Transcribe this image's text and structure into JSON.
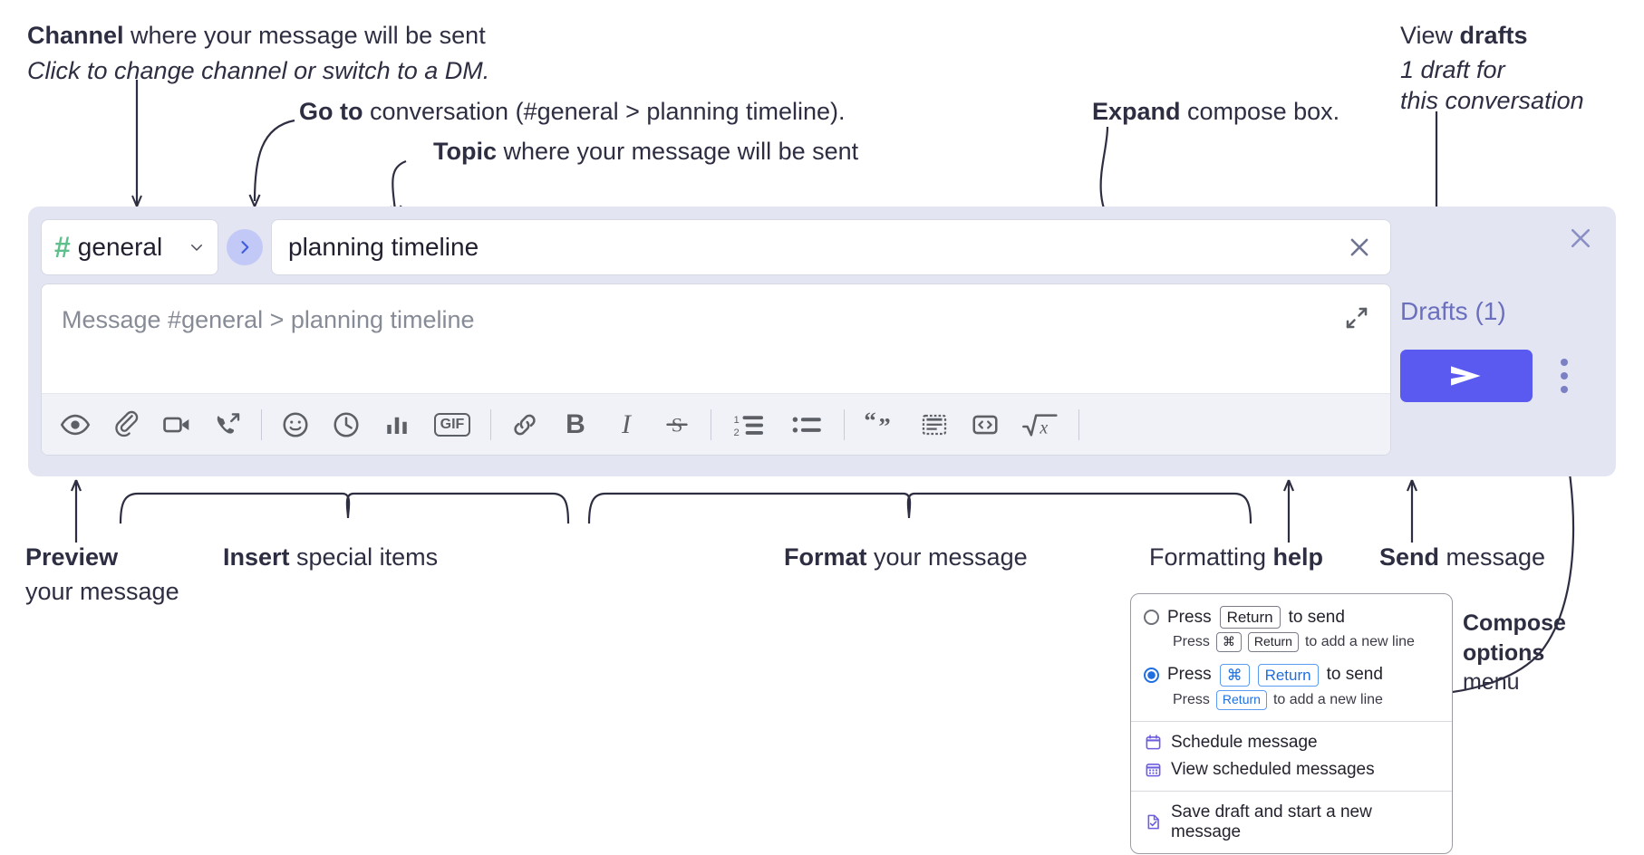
{
  "annotations": {
    "channel": {
      "bold": "Channel",
      "rest": " where your message will be sent",
      "italic": "Click to change channel or switch to a DM."
    },
    "goto": {
      "bold": "Go to",
      "rest": " conversation (#general > planning timeline)."
    },
    "topic": {
      "bold": "Topic",
      "rest": " where your message will be sent"
    },
    "expand": {
      "bold": "Expand",
      "rest": " compose box."
    },
    "drafts": {
      "lead": "View ",
      "bold": "drafts",
      "italic1": "1 draft for",
      "italic2": "this conversation"
    },
    "preview": {
      "bold": "Preview",
      "rest": "your message"
    },
    "insert": {
      "bold": "Insert",
      "rest": " special items"
    },
    "format": {
      "bold": "Format",
      "rest": " your message"
    },
    "help": {
      "lead": "Formatting ",
      "bold": "help"
    },
    "send": {
      "bold": "Send",
      "rest": " message"
    },
    "compose_options": {
      "bold1": "Compose",
      "bold2": "options",
      "rest": "menu"
    }
  },
  "compose": {
    "channel": {
      "hash": "#",
      "name": "general",
      "chevron_icon": "chevron-down-icon"
    },
    "goto_icon": "chevron-right-icon",
    "topic": {
      "value": "planning timeline",
      "clear_icon": "close-icon"
    },
    "message": {
      "placeholder": "Message #general > planning timeline",
      "expand_icon": "expand-icon"
    },
    "panel_close_icon": "close-icon",
    "toolbar": [
      {
        "name": "preview-icon",
        "label": "Preview"
      },
      {
        "name": "attachment-icon",
        "label": "Attach file"
      },
      {
        "name": "video-icon",
        "label": "Video clip"
      },
      {
        "name": "audio-clip-icon",
        "label": "Audio clip"
      },
      {
        "type": "sep"
      },
      {
        "name": "emoji-icon",
        "label": "Emoji"
      },
      {
        "name": "clock-icon",
        "label": "Reminder"
      },
      {
        "name": "poll-icon",
        "label": "Poll"
      },
      {
        "name": "gif-icon",
        "label": "GIF"
      },
      {
        "type": "sep"
      },
      {
        "name": "link-icon",
        "label": "Link"
      },
      {
        "name": "bold-icon",
        "label": "B"
      },
      {
        "name": "italic-icon",
        "label": "I"
      },
      {
        "name": "strikethrough-icon",
        "label": "S"
      },
      {
        "type": "sep"
      },
      {
        "name": "ordered-list-icon",
        "label": "Ordered list"
      },
      {
        "name": "bulleted-list-icon",
        "label": "Bulleted list"
      },
      {
        "type": "sep"
      },
      {
        "name": "blockquote-icon",
        "label": "Blockquote"
      },
      {
        "name": "code-block-icon",
        "label": "Code block"
      },
      {
        "name": "code-icon",
        "label": "Code"
      },
      {
        "name": "math-icon",
        "label": "Math"
      },
      {
        "type": "sep"
      },
      {
        "name": "help-icon",
        "label": "?"
      }
    ],
    "drafts_label": "Drafts (1)",
    "send_icon": "send-icon",
    "kebab_icon": "kebab-menu-icon"
  },
  "menu": {
    "options": [
      {
        "selected": false,
        "prefix": "Press",
        "keys": [
          "Return"
        ],
        "suffix": "to send",
        "sub_prefix": "Press",
        "sub_keys": [
          "⌘",
          "Return"
        ],
        "sub_suffix": "to add a new line"
      },
      {
        "selected": true,
        "prefix": "Press",
        "keys": [
          "⌘",
          "Return"
        ],
        "suffix": "to send",
        "sub_prefix": "Press",
        "sub_keys": [
          "Return"
        ],
        "sub_suffix": "to add a new line"
      }
    ],
    "items": [
      {
        "icon": "calendar-schedule-icon",
        "label": "Schedule message"
      },
      {
        "icon": "calendar-grid-icon",
        "label": "View scheduled messages"
      },
      {
        "icon": "save-draft-icon",
        "label": "Save draft and start a new message"
      }
    ]
  },
  "colors": {
    "panel_bg": "#e3e5f2",
    "send_purple": "#5a5af0",
    "drafts_purple": "#6a6fbe",
    "hash_green": "#5fc08b",
    "goto_blue": "#3f5de0",
    "key_blue": "#1f6fe0",
    "text_dark": "#2e2e42"
  }
}
